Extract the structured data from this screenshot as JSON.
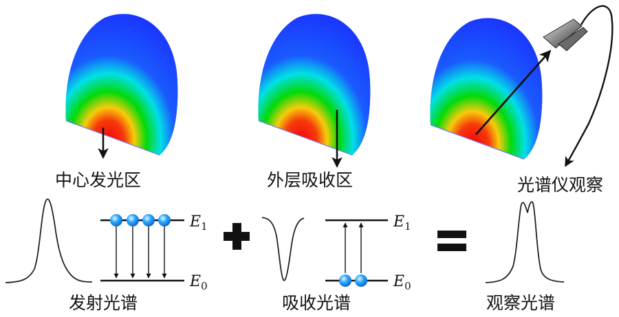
{
  "labels": {
    "center_emission_region": "中心发光区",
    "outer_absorption_region": "外层吸收区",
    "spectrometer_observation": "光谱仪观察",
    "emission_spectrum": "发射光谱",
    "absorption_spectrum": "吸收光谱",
    "observed_spectrum": "观察光谱"
  },
  "levels": {
    "upper": "E",
    "upper_sub": "1",
    "lower": "E",
    "lower_sub": "0"
  },
  "operators": {
    "plus": "+",
    "equals": "="
  },
  "colors": {
    "gradient": [
      "#ff0000",
      "#ffd200",
      "#00e000",
      "#00e6e6",
      "#1a3cff"
    ],
    "electron": "#29a8ff",
    "ink": "#111111"
  }
}
